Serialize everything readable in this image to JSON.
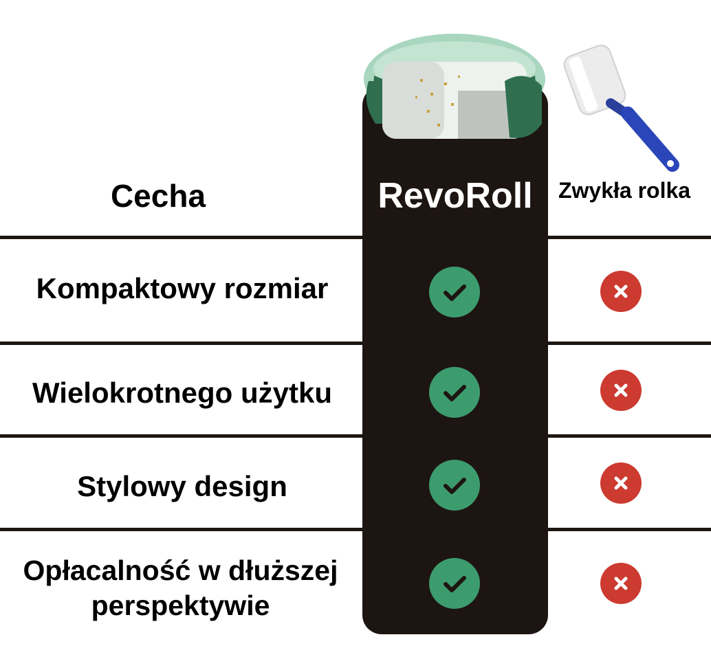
{
  "header": {
    "feature_col": "Cecha",
    "product_col": "RevoRoll",
    "competitor_col": "Zwykła rolka"
  },
  "rows": [
    {
      "label": "Kompaktowy rozmiar",
      "revoroll": "check",
      "competitor": "cross"
    },
    {
      "label": "Wielokrotnego użytku",
      "revoroll": "check",
      "competitor": "cross"
    },
    {
      "label": "Stylowy design",
      "revoroll": "check",
      "competitor": "cross"
    },
    {
      "label": "Opłacalność w dłuższej perspektywie",
      "revoroll": "check",
      "competitor": "cross"
    }
  ],
  "icons": {
    "revoroll": "check-circle-icon",
    "competitor": "x-circle-icon"
  },
  "colors": {
    "dark_column": "#1d1512",
    "check": "#3d9c6e",
    "cross": "#cc3a30"
  }
}
